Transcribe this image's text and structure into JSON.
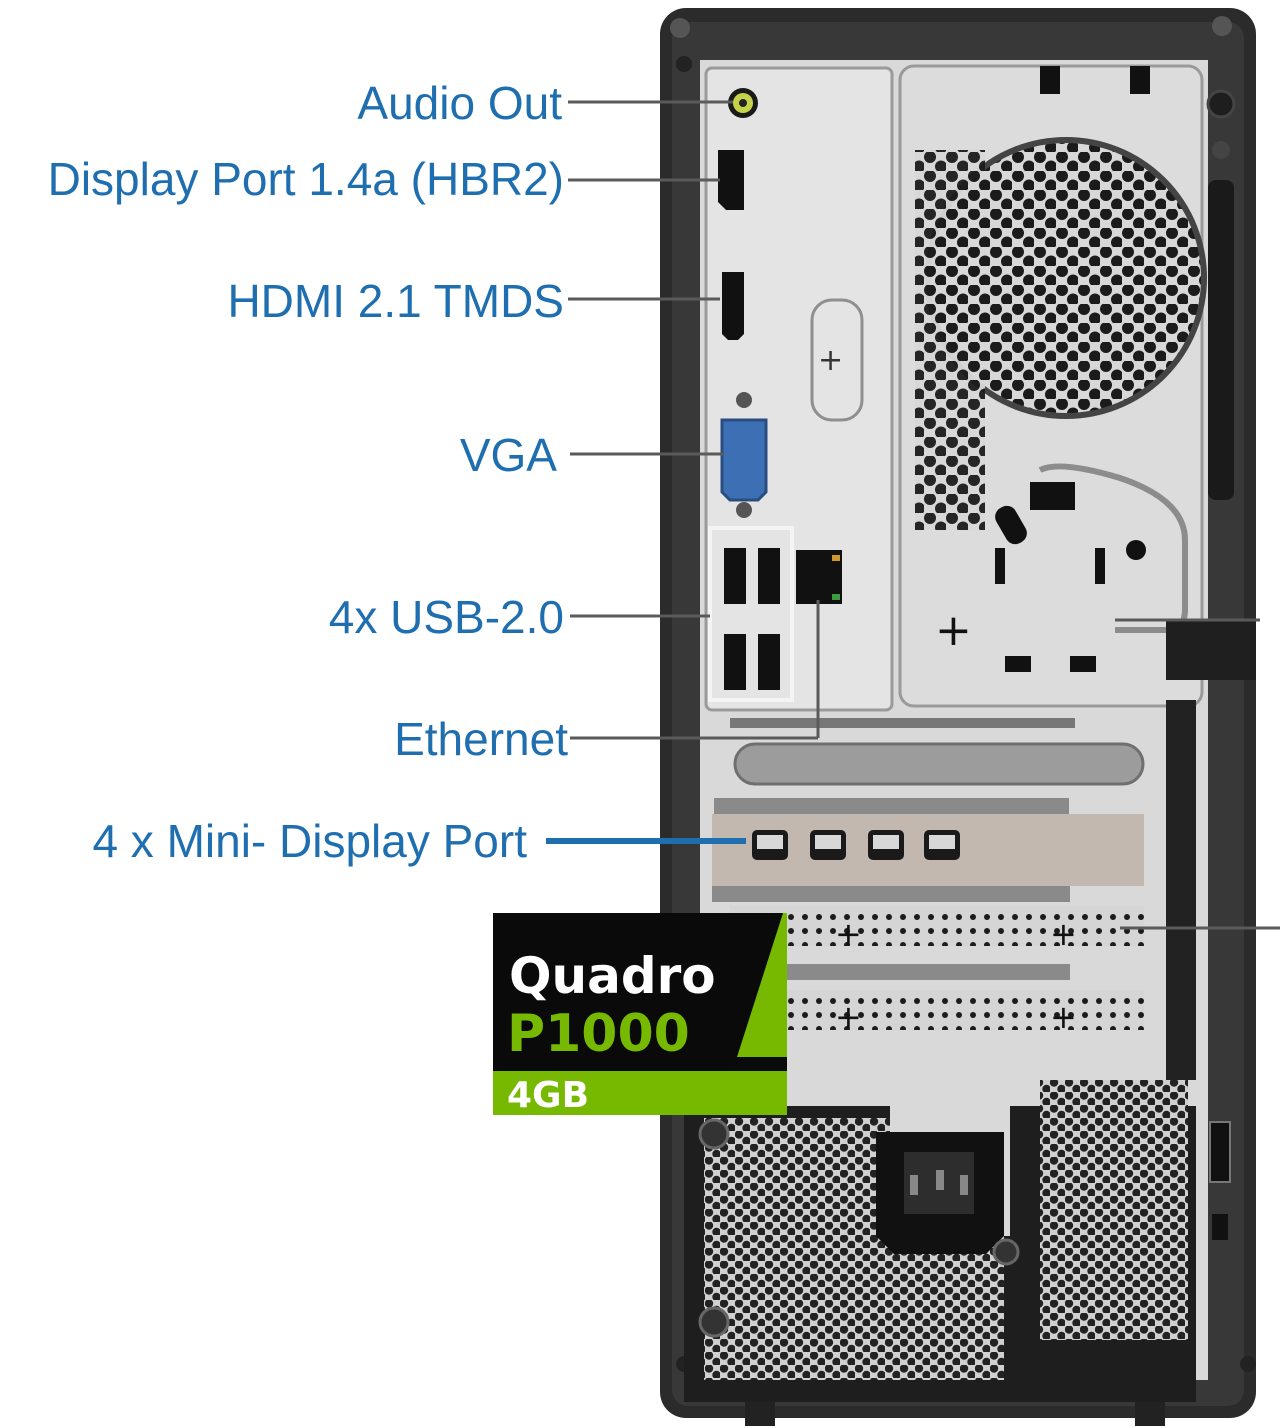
{
  "callouts": {
    "audio_out": "Audio Out",
    "display_port": "Display Port 1.4a (HBR2)",
    "hdmi": "HDMI 2.1 TMDS",
    "vga": "VGA",
    "usb": "4x USB-2.0",
    "ethernet": "Ethernet",
    "mini_dp": "4 x Mini- Display Port"
  },
  "badge": {
    "line1": "Quadro",
    "line2": "P1000",
    "line3": "4GB"
  },
  "colors": {
    "label_blue": "#1f6fb0",
    "nvidia_green": "#76b900",
    "case_black": "#2b2b2b",
    "panel_silver": "#d9d9d9"
  }
}
